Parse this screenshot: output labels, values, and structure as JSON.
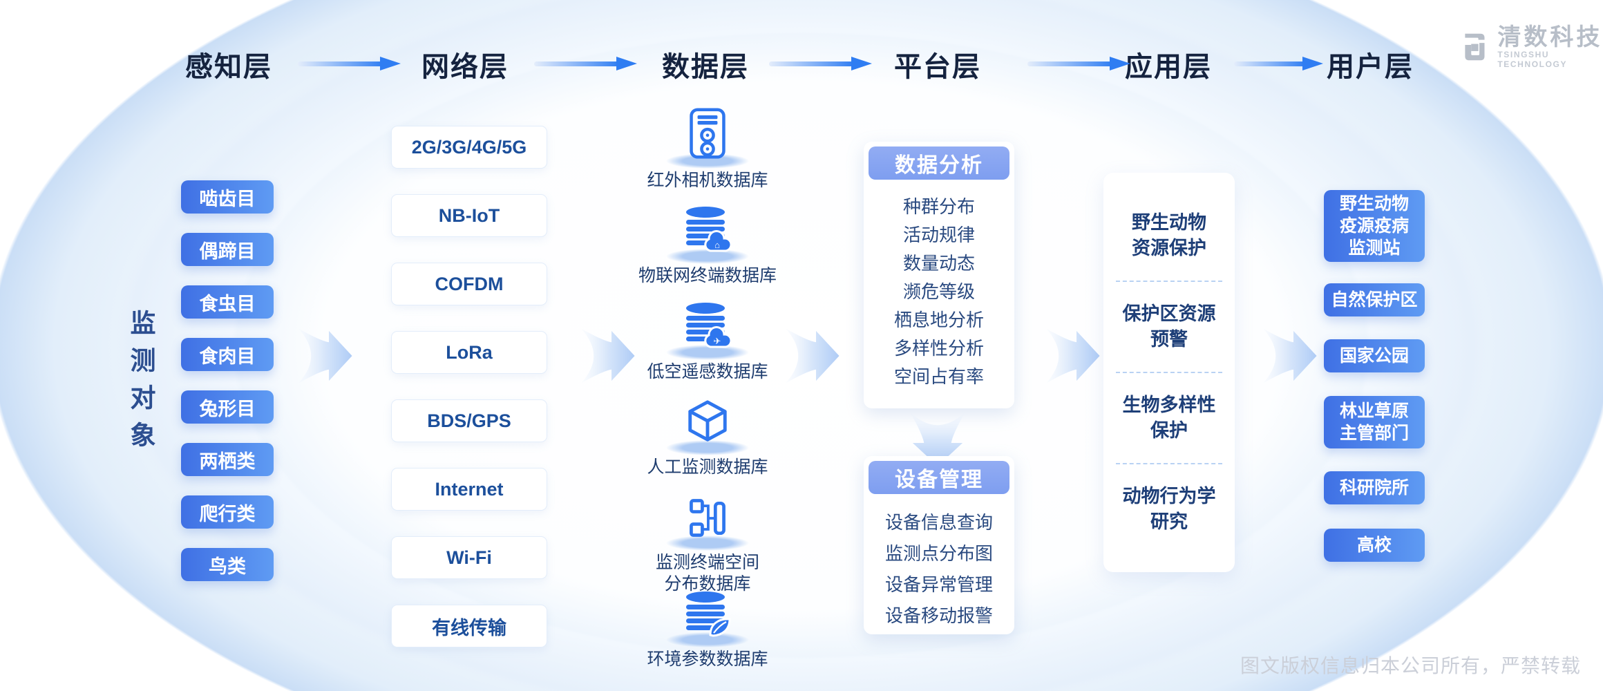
{
  "brand": {
    "name_cn": "清数科技",
    "name_en": "TSINGSHU TECHNOLOGY"
  },
  "footer": {
    "copyright": "图文版权信息归本公司所有，严禁转载"
  },
  "colors": {
    "accent_blue": "#2E76EE",
    "node_gradient_start": "#3F70E4",
    "node_gradient_end": "#5F9BF3",
    "card_header_blue": "#7E9EF0",
    "title_navy": "#15233F",
    "box_text_blue": "#1C4F9B",
    "arrow_light_blue": "#BCD4F7"
  },
  "layers": [
    {
      "title": "感知层"
    },
    {
      "title": "网络层"
    },
    {
      "title": "数据层"
    },
    {
      "title": "平台层"
    },
    {
      "title": "应用层"
    },
    {
      "title": "用户层"
    }
  ],
  "perception": {
    "side_label": "监测对象",
    "items": [
      "啮齿目",
      "偶蹄目",
      "食虫目",
      "食肉目",
      "兔形目",
      "两栖类",
      "爬行类",
      "鸟类"
    ]
  },
  "network": {
    "items": [
      "2G/3G/4G/5G",
      "NB-IoT",
      "COFDM",
      "LoRa",
      "BDS/GPS",
      "Internet",
      "Wi-Fi",
      "有线传输"
    ]
  },
  "data_layer": {
    "items": [
      {
        "icon": "infrared-camera-icon",
        "lines": [
          "红外相机数据库"
        ]
      },
      {
        "icon": "iot-cloud-database-icon",
        "lines": [
          "物联网终端数据库"
        ]
      },
      {
        "icon": "aerial-cloud-database-icon",
        "lines": [
          "低空遥感数据库"
        ]
      },
      {
        "icon": "cube-icon",
        "lines": [
          "人工监测数据库"
        ]
      },
      {
        "icon": "distribution-map-icon",
        "lines": [
          "监测终端空间",
          "分布数据库"
        ]
      },
      {
        "icon": "leaf-database-icon",
        "lines": [
          "环境参数数据库"
        ]
      }
    ]
  },
  "platform": {
    "cards": [
      {
        "title": "数据分析",
        "items": [
          "种群分布",
          "活动规律",
          "数量动态",
          "濒危等级",
          "栖息地分析",
          "多样性分析",
          "空间占有率"
        ]
      },
      {
        "title": "设备管理",
        "items": [
          "设备信息查询",
          "监测点分布图",
          "设备异常管理",
          "设备移动报警"
        ]
      }
    ]
  },
  "application": {
    "items": [
      {
        "lines": [
          "野生动物",
          "资源保护"
        ]
      },
      {
        "lines": [
          "保护区资源",
          "预警"
        ]
      },
      {
        "lines": [
          "生物多样性",
          "保护"
        ]
      },
      {
        "lines": [
          "动物行为学",
          "研究"
        ]
      }
    ]
  },
  "users": {
    "items": [
      {
        "lines": [
          "野生动物",
          "疫源疫病",
          "监测站"
        ]
      },
      {
        "lines": [
          "自然保护区"
        ]
      },
      {
        "lines": [
          "国家公园"
        ]
      },
      {
        "lines": [
          "林业草原",
          "主管部门"
        ]
      },
      {
        "lines": [
          "科研院所"
        ]
      },
      {
        "lines": [
          "高校"
        ]
      }
    ]
  }
}
